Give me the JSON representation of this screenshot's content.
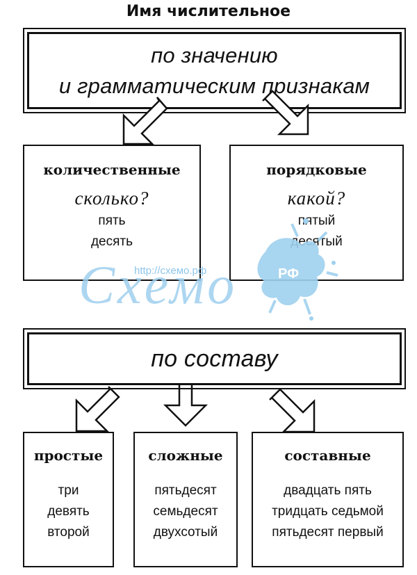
{
  "title": "Имя числительное",
  "top": {
    "line1": "по значению",
    "line2": "и грамматическим признакам"
  },
  "meaning": {
    "left": {
      "heading": "количественные",
      "question": "сколько?",
      "examples": [
        "пять",
        "десять"
      ]
    },
    "right": {
      "heading": "порядковые",
      "question": "какой?",
      "examples": [
        "пятый",
        "десятый"
      ]
    }
  },
  "composition": {
    "label": "по составу"
  },
  "types": [
    {
      "heading": "простые",
      "examples": [
        "три",
        "девять",
        "второй"
      ]
    },
    {
      "heading": "сложные",
      "examples": [
        "пятьдесят",
        "семьдесят",
        "двухсотый"
      ]
    },
    {
      "heading": "составные",
      "examples": [
        "двадцать пять",
        "тридцать седьмой",
        "пятьдесят первый"
      ]
    }
  ],
  "watermark": {
    "url": "http://схемо.рф",
    "logo": "Схемо",
    "badge": "РФ",
    "color": "#9fd0ee"
  }
}
